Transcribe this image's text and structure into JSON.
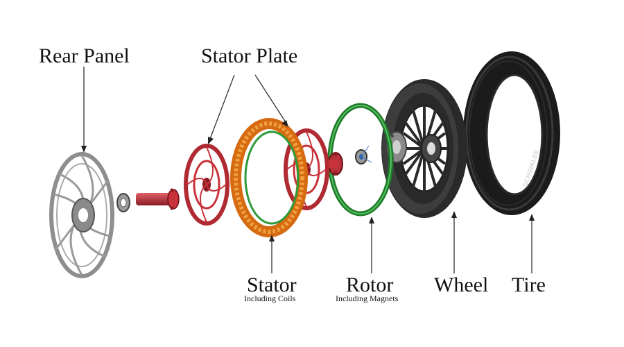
{
  "labels": {
    "rear_panel": "Rear Panel",
    "stator_plate": "Stator Plate",
    "stator": "Stator",
    "stator_sub": "Including Coils",
    "rotor": "Rotor",
    "rotor_sub": "Including Magnets",
    "wheel": "Wheel",
    "tire": "Tire"
  },
  "tire_brand": "SCHWALBE",
  "colors": {
    "rear_panel": "#9a9a9a",
    "stator_plate": "#c8323a",
    "stator": "#e07a1e",
    "stator_ring": "#2e9a3a",
    "rotor": "#2f9a3a",
    "wheel": "#3a3a3a",
    "tire": "#222222"
  }
}
